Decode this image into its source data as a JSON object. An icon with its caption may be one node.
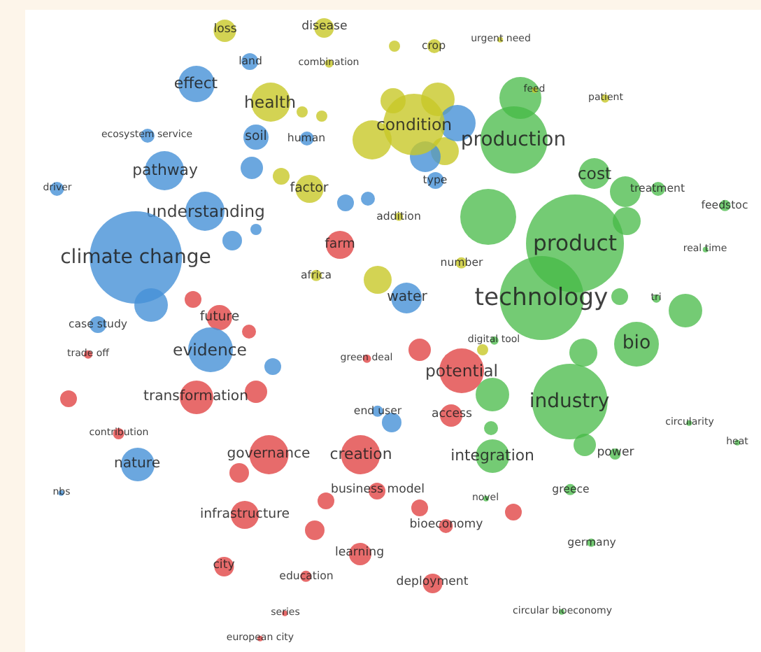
{
  "diagram": {
    "nodes": [
      {
        "text": [
          "loss"
        ]
      },
      {
        "text": [
          "disease"
        ]
      },
      {
        "text": [
          "land"
        ]
      },
      {
        "text": [
          "combination"
        ]
      },
      {
        "text": [
          "crop"
        ]
      },
      {
        "text": [
          "urgent need"
        ]
      },
      {
        "text": [
          "effect"
        ]
      },
      {
        "text": [
          "health"
        ]
      },
      {
        "text": [
          "feed"
        ]
      },
      {
        "text": [
          "patient"
        ]
      },
      {
        "text": [
          "condition"
        ]
      },
      {
        "text": [
          "production"
        ]
      },
      {
        "text": [
          "ecosystem service"
        ]
      },
      {
        "text": [
          "soil"
        ]
      },
      {
        "text": [
          "human"
        ]
      },
      {
        "text": [
          "pathway"
        ]
      },
      {
        "text": [
          "driver"
        ]
      },
      {
        "text": [
          "factor"
        ]
      },
      {
        "text": [
          "type"
        ]
      },
      {
        "text": [
          "cost"
        ]
      },
      {
        "text": [
          "treatment"
        ]
      },
      {
        "text": [
          "feedstoc"
        ]
      },
      {
        "text": [
          "understanding"
        ]
      },
      {
        "text": [
          "addition"
        ]
      },
      {
        "text": [
          "climate change"
        ]
      },
      {
        "text": [
          "farm"
        ]
      },
      {
        "text": [
          "product"
        ]
      },
      {
        "text": [
          "real time"
        ]
      },
      {
        "text": [
          "africa"
        ]
      },
      {
        "text": [
          "number"
        ]
      },
      {
        "text": [
          "water"
        ]
      },
      {
        "text": [
          "technology"
        ]
      },
      {
        "text": [
          "tri"
        ]
      },
      {
        "text": [
          "case study"
        ]
      },
      {
        "text": [
          "future"
        ]
      },
      {
        "text": [
          "digital tool"
        ]
      },
      {
        "text": [
          "bio"
        ]
      },
      {
        "text": [
          "evidence"
        ]
      },
      {
        "text": [
          "trade off"
        ]
      },
      {
        "text": [
          "green deal"
        ]
      },
      {
        "text": [
          "potential"
        ]
      },
      {
        "text": [
          "transformation"
        ]
      },
      {
        "text": [
          "industry"
        ]
      },
      {
        "text": [
          "end user"
        ]
      },
      {
        "text": [
          "access"
        ]
      },
      {
        "text": [
          "circularity"
        ]
      },
      {
        "text": [
          "heat"
        ]
      },
      {
        "text": [
          "contribution"
        ]
      },
      {
        "text": [
          "governance"
        ]
      },
      {
        "text": [
          "creation"
        ]
      },
      {
        "text": [
          "integration"
        ]
      },
      {
        "text": [
          "power"
        ]
      },
      {
        "text": [
          "nature"
        ]
      },
      {
        "text": [
          "nbs"
        ]
      },
      {
        "text": [
          "business model"
        ]
      },
      {
        "text": [
          "novel"
        ]
      },
      {
        "text": [
          "greece"
        ]
      },
      {
        "text": [
          "infrastructure"
        ]
      },
      {
        "text": [
          "bioeconomy"
        ]
      },
      {
        "text": [
          "germany"
        ]
      },
      {
        "text": [
          "city"
        ]
      },
      {
        "text": [
          "learning"
        ]
      },
      {
        "text": [
          "education"
        ]
      },
      {
        "text": [
          "deployment"
        ]
      },
      {
        "text": [
          "series"
        ]
      },
      {
        "text": [
          "circular bioeconomy"
        ]
      },
      {
        "text": [
          "european city"
        ]
      },
      {
        "text": [],
        "shape": "circle"
      },
      {
        "text": [],
        "shape": "circle"
      },
      {
        "text": [],
        "shape": "circle"
      },
      {
        "text": [],
        "shape": "circle"
      },
      {
        "text": [],
        "shape": "circle"
      },
      {
        "text": [],
        "shape": "circle"
      },
      {
        "text": [],
        "shape": "circle"
      },
      {
        "text": [],
        "shape": "circle"
      },
      {
        "text": [],
        "shape": "circle"
      },
      {
        "text": [],
        "shape": "circle"
      },
      {
        "text": [],
        "shape": "circle"
      },
      {
        "text": [],
        "shape": "circle"
      },
      {
        "text": [],
        "shape": "circle"
      },
      {
        "text": [],
        "shape": "circle"
      },
      {
        "text": [],
        "shape": "circle"
      },
      {
        "text": [],
        "shape": "circle"
      },
      {
        "text": [],
        "shape": "circle"
      },
      {
        "text": [],
        "shape": "circle"
      },
      {
        "text": [],
        "shape": "circle"
      },
      {
        "text": [],
        "shape": "circle"
      },
      {
        "text": [],
        "shape": "circle"
      },
      {
        "text": [],
        "shape": "circle"
      },
      {
        "text": [],
        "shape": "circle"
      },
      {
        "text": [],
        "shape": "circle"
      },
      {
        "text": [],
        "shape": "circle"
      },
      {
        "text": [],
        "shape": "circle"
      },
      {
        "text": [],
        "shape": "circle"
      },
      {
        "text": [],
        "shape": "circle"
      },
      {
        "text": [],
        "shape": "circle"
      },
      {
        "text": [],
        "shape": "circle"
      },
      {
        "text": [],
        "shape": "circle"
      },
      {
        "text": [],
        "shape": "circle"
      },
      {
        "text": [],
        "shape": "circle"
      },
      {
        "text": [],
        "shape": "circle"
      },
      {
        "text": [],
        "shape": "circle"
      },
      {
        "text": [],
        "shape": "circle"
      },
      {
        "text": [],
        "shape": "circle"
      },
      {
        "text": [],
        "shape": "circle"
      },
      {
        "text": [],
        "shape": "circle"
      },
      {
        "text": [],
        "shape": "circle"
      }
    ]
  }
}
